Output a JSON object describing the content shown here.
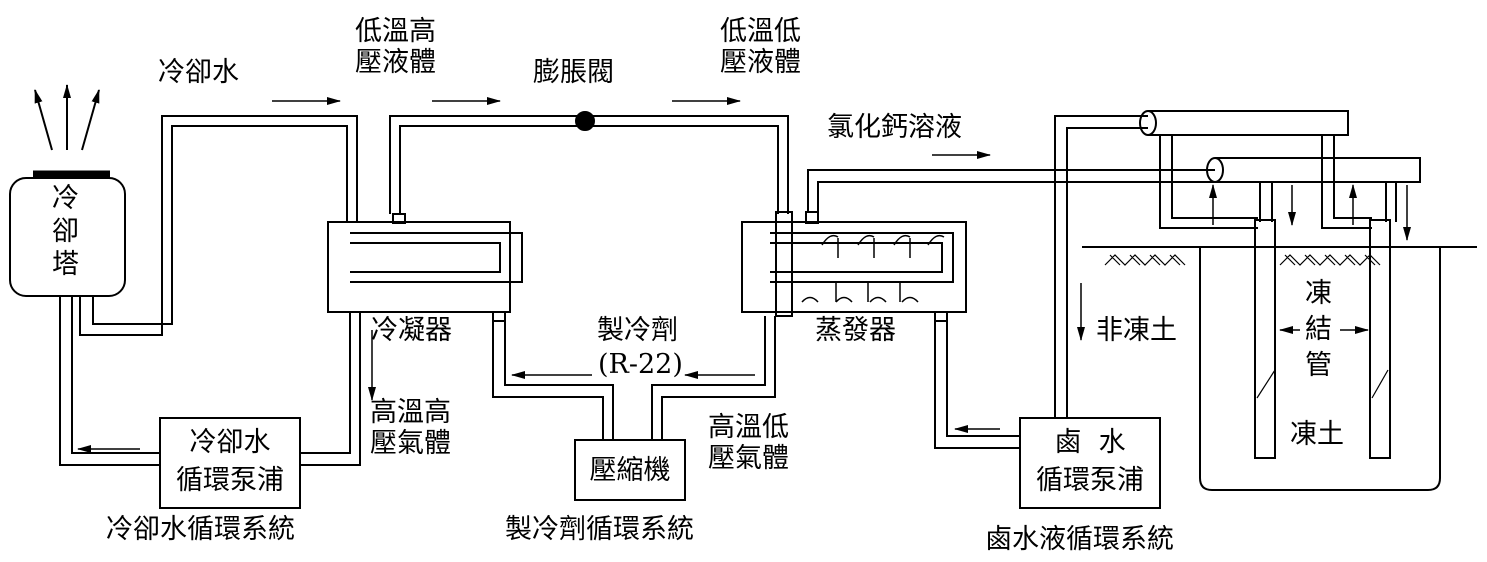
{
  "labels": {
    "cooling_water": "冷卻水",
    "lt_hp_liquid_1": "低溫高",
    "lt_hp_liquid_2": "壓液體",
    "expansion_valve": "膨脹閥",
    "lt_lp_liquid_1": "低溫低",
    "lt_lp_liquid_2": "壓液體",
    "calcium_chloride": "氯化鈣溶液",
    "cooling_tower": [
      "冷",
      "卻",
      "塔"
    ],
    "condenser": "冷凝器",
    "refrigerant": "製冷劑",
    "refrigerant_code": "(R-22)",
    "evaporator": "蒸發器",
    "non_frozen_soil": "非凍土",
    "freeze_pipe": [
      "凍",
      "結",
      "管"
    ],
    "frozen_soil": "凍土",
    "ht_hp_gas_1": "高溫高",
    "ht_hp_gas_2": "壓氣體",
    "ht_lp_gas_1": "高溫低",
    "ht_lp_gas_2": "壓氣體",
    "cw_pump_1": "冷卻水",
    "cw_pump_2": "循環泵浦",
    "compressor": "壓縮機",
    "brine_pump_1": "鹵  水",
    "brine_pump_2": "循環泵浦",
    "cw_system": "冷卻水循環系統",
    "refrigerant_system": "製冷劑循環系統",
    "brine_system": "鹵水液循環系統"
  }
}
